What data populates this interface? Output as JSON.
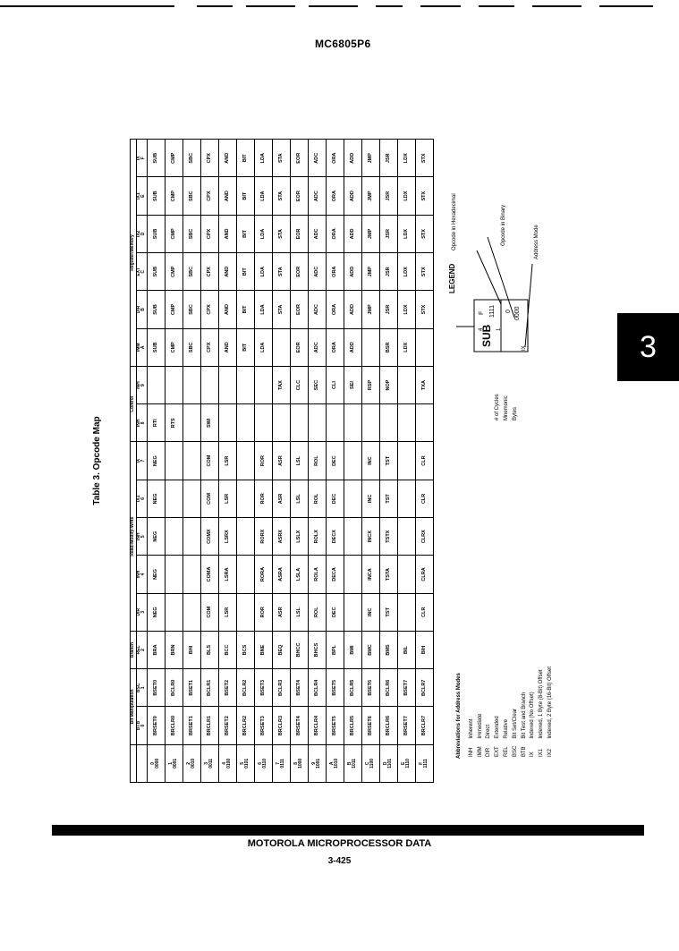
{
  "header": {
    "doc_number": "MC6805P6"
  },
  "section_tab": "3",
  "table": {
    "title": "Table 3. Opcode Map",
    "groups": [
      "Bit Manipulation",
      "Branch",
      "Read-Modify-Write",
      "Control",
      "Register/Memory"
    ],
    "columns": [
      {
        "hi": "0",
        "mode": "BTB"
      },
      {
        "hi": "1",
        "mode": "BSC"
      },
      {
        "hi": "2",
        "mode": "REL"
      },
      {
        "hi": "3",
        "mode": "DIR"
      },
      {
        "hi": "4",
        "mode": "INH"
      },
      {
        "hi": "5",
        "mode": "INH"
      },
      {
        "hi": "6",
        "mode": "IX1"
      },
      {
        "hi": "7",
        "mode": "IX"
      },
      {
        "hi": "8",
        "mode": "INH"
      },
      {
        "hi": "9",
        "mode": "INH"
      },
      {
        "hi": "A",
        "mode": "IMM"
      },
      {
        "hi": "B",
        "mode": "DIR"
      },
      {
        "hi": "C",
        "mode": "EXT"
      },
      {
        "hi": "D",
        "mode": "IX2"
      },
      {
        "hi": "E",
        "mode": "IX1"
      },
      {
        "hi": "F",
        "mode": "IX"
      }
    ],
    "rows": [
      {
        "low": "0",
        "bin": "0000",
        "cells": [
          "BRSET0",
          "BSET0",
          "BRA",
          "NEG",
          "NEG",
          "NEG",
          "NEG",
          "NEG",
          "RTI",
          "",
          "SUB",
          "SUB",
          "SUB",
          "SUB",
          "SUB",
          "SUB"
        ]
      },
      {
        "low": "1",
        "bin": "0001",
        "cells": [
          "BRCLR0",
          "BCLR0",
          "BRN",
          "",
          "",
          "",
          "",
          "",
          "RTS",
          "",
          "CMP",
          "CMP",
          "CMP",
          "CMP",
          "CMP",
          "CMP"
        ]
      },
      {
        "low": "2",
        "bin": "0010",
        "cells": [
          "BRSET1",
          "BSET1",
          "BHI",
          "",
          "",
          "",
          "",
          "",
          "",
          "",
          "SBC",
          "SBC",
          "SBC",
          "SBC",
          "SBC",
          "SBC"
        ]
      },
      {
        "low": "3",
        "bin": "0011",
        "cells": [
          "BRCLR1",
          "BCLR1",
          "BLS",
          "COM",
          "COMA",
          "COMX",
          "COM",
          "COM",
          "SWI",
          "",
          "CPX",
          "CPX",
          "CPX",
          "CPX",
          "CPX",
          "CPX"
        ]
      },
      {
        "low": "4",
        "bin": "0100",
        "cells": [
          "BRSET2",
          "BSET2",
          "BCC",
          "LSR",
          "LSRA",
          "LSRX",
          "LSR",
          "LSR",
          "",
          "",
          "AND",
          "AND",
          "AND",
          "AND",
          "AND",
          "AND"
        ]
      },
      {
        "low": "5",
        "bin": "0101",
        "cells": [
          "BRCLR2",
          "BCLR2",
          "BCS",
          "",
          "",
          "",
          "",
          "",
          "",
          "",
          "BIT",
          "BIT",
          "BIT",
          "BIT",
          "BIT",
          "BIT"
        ]
      },
      {
        "low": "6",
        "bin": "0110",
        "cells": [
          "BRSET3",
          "BSET3",
          "BNE",
          "ROR",
          "RORA",
          "RORX",
          "ROR",
          "ROR",
          "",
          "",
          "LDA",
          "LDA",
          "LDA",
          "LDA",
          "LDA",
          "LDA"
        ]
      },
      {
        "low": "7",
        "bin": "0111",
        "cells": [
          "BRCLR3",
          "BCLR3",
          "BEQ",
          "ASR",
          "ASRA",
          "ASRX",
          "ASR",
          "ASR",
          "",
          "TAX",
          "",
          "STA",
          "STA",
          "STA",
          "STA",
          "STA"
        ]
      },
      {
        "low": "8",
        "bin": "1000",
        "cells": [
          "BRSET4",
          "BSET4",
          "BHCC",
          "LSL",
          "LSLA",
          "LSLX",
          "LSL",
          "LSL",
          "",
          "CLC",
          "EOR",
          "EOR",
          "EOR",
          "EOR",
          "EOR",
          "EOR"
        ]
      },
      {
        "low": "9",
        "bin": "1001",
        "cells": [
          "BRCLR4",
          "BCLR4",
          "BHCS",
          "ROL",
          "ROLA",
          "ROLX",
          "ROL",
          "ROL",
          "",
          "SEC",
          "ADC",
          "ADC",
          "ADC",
          "ADC",
          "ADC",
          "ADC"
        ]
      },
      {
        "low": "A",
        "bin": "1010",
        "cells": [
          "BRSET5",
          "BSET5",
          "BPL",
          "DEC",
          "DECA",
          "DECX",
          "DEC",
          "DEC",
          "",
          "CLI",
          "ORA",
          "ORA",
          "ORA",
          "ORA",
          "ORA",
          "ORA"
        ]
      },
      {
        "low": "B",
        "bin": "1011",
        "cells": [
          "BRCLR5",
          "BCLR5",
          "BMI",
          "",
          "",
          "",
          "",
          "",
          "",
          "SEI",
          "ADD",
          "ADD",
          "ADD",
          "ADD",
          "ADD",
          "ADD"
        ]
      },
      {
        "low": "C",
        "bin": "1100",
        "cells": [
          "BRSET6",
          "BSET6",
          "BMC",
          "INC",
          "INCA",
          "INCX",
          "INC",
          "INC",
          "",
          "RSP",
          "",
          "JMP",
          "JMP",
          "JMP",
          "JMP",
          "JMP"
        ]
      },
      {
        "low": "D",
        "bin": "1101",
        "cells": [
          "BRCLR6",
          "BCLR6",
          "BMS",
          "TST",
          "TSTA",
          "TSTX",
          "TST",
          "TST",
          "",
          "NOP",
          "BSR",
          "JSR",
          "JSR",
          "JSR",
          "JSR",
          "JSR"
        ]
      },
      {
        "low": "E",
        "bin": "1110",
        "cells": [
          "BRSET7",
          "BSET7",
          "BIL",
          "",
          "",
          "",
          "",
          "",
          "",
          "",
          "LDX",
          "LDX",
          "LDX",
          "LDX",
          "LDX",
          "LDX"
        ]
      },
      {
        "low": "F",
        "bin": "1111",
        "cells": [
          "BRCLR7",
          "BCLR7",
          "BIH",
          "CLR",
          "CLRA",
          "CLRX",
          "CLR",
          "CLR",
          "",
          "TXA",
          "",
          "STX",
          "STX",
          "STX",
          "STX",
          "STX"
        ]
      }
    ]
  },
  "abbreviations": {
    "title": "Abbreviations for Address Modes",
    "items": [
      [
        "INH",
        "Inherent"
      ],
      [
        "IMM",
        "Immediate"
      ],
      [
        "DIR",
        "Direct"
      ],
      [
        "EXT",
        "Extended"
      ],
      [
        "REL",
        "Relative"
      ],
      [
        "BSC",
        "Bit Set/Clear"
      ],
      [
        "BTB",
        "Bit Test and Branch"
      ],
      [
        "IX",
        "Indexed (No Offset)"
      ],
      [
        "IX1",
        "Indexed, 1 Byte (8-Bit) Offset"
      ],
      [
        "IX2",
        "Indexed, 2 Byte (16-Bit) Offset"
      ]
    ]
  },
  "legend": {
    "title": "LEGEND",
    "hex": "F",
    "bin": "1111",
    "cycles": "4",
    "mnemonic": "SUB",
    "bytes": "1",
    "opbin": "0000",
    "opdigit": "0",
    "mode": "IX",
    "labels": {
      "hex": "Opcode in Hexadecimal",
      "bin": "Opcode in Binary",
      "mode": "Address Mode",
      "cycles": "# of Cycles",
      "mnemonic": "Mnemonic",
      "bytes": "Bytes"
    }
  },
  "footer": {
    "company": "MOTOROLA MICROPROCESSOR DATA",
    "page": "3-425"
  }
}
